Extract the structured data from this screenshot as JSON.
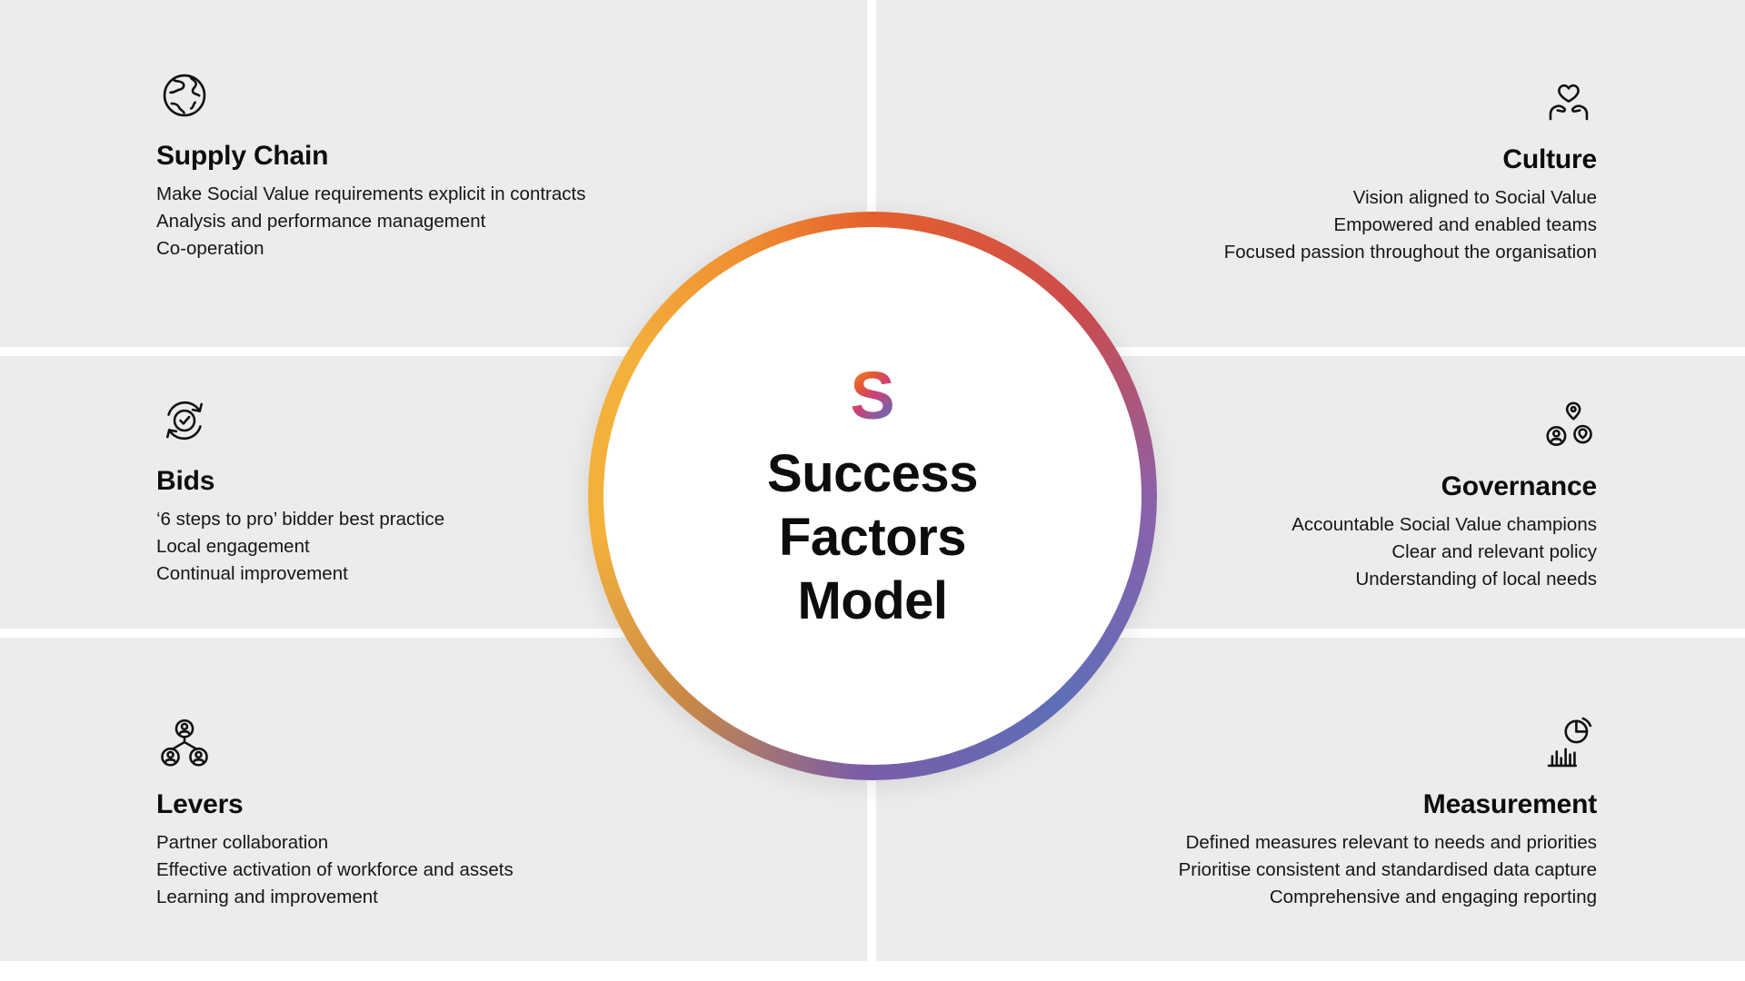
{
  "colors": {
    "background": "#ECECEC",
    "divider": "#FFFFFF",
    "text": "#111111",
    "ring_orange_red": "#E4602E",
    "ring_red": "#CC4B4C",
    "ring_purple": "#8A62AB",
    "ring_blue": "#5E6EB8",
    "ring_violet": "#7A5CA7",
    "ring_amber": "#C98847",
    "ring_yellow": "#F3B13C",
    "ring_orange": "#EF8C31",
    "logo_yellow": "#F5B03A",
    "logo_red": "#E4582E",
    "logo_pink": "#C9417B",
    "logo_blue": "#5E6EB8"
  },
  "center": {
    "logo_letter": "S",
    "title_lines": [
      "Success",
      "Factors",
      "Model"
    ]
  },
  "sections": {
    "supply_chain": {
      "title": "Supply Chain",
      "icon": "globe-puzzle-icon",
      "items": [
        "Make Social Value requirements explicit in contracts",
        "Analysis and performance management",
        "Co-operation"
      ]
    },
    "culture": {
      "title": "Culture",
      "icon": "hands-holding-heart-icon",
      "items": [
        "Vision aligned to Social Value",
        "Empowered and enabled teams",
        "Focused passion throughout the organisation"
      ]
    },
    "bids": {
      "title": "Bids",
      "icon": "cycle-check-icon",
      "items": [
        "‘6 steps to pro’ bidder best practice",
        "Local engagement",
        "Continual improvement"
      ]
    },
    "governance": {
      "title": "Governance",
      "icon": "people-location-icon",
      "items": [
        "Accountable Social Value champions",
        "Clear and relevant policy",
        "Understanding of local needs"
      ]
    },
    "levers": {
      "title": "Levers",
      "icon": "people-network-icon",
      "items": [
        "Partner collaboration",
        "Effective activation of workforce and assets",
        "Learning and improvement"
      ]
    },
    "measurement": {
      "title": "Measurement",
      "icon": "pie-bar-chart-icon",
      "items": [
        "Defined measures relevant to needs and priorities",
        "Prioritise consistent and standardised data capture",
        "Comprehensive and engaging reporting"
      ]
    }
  }
}
